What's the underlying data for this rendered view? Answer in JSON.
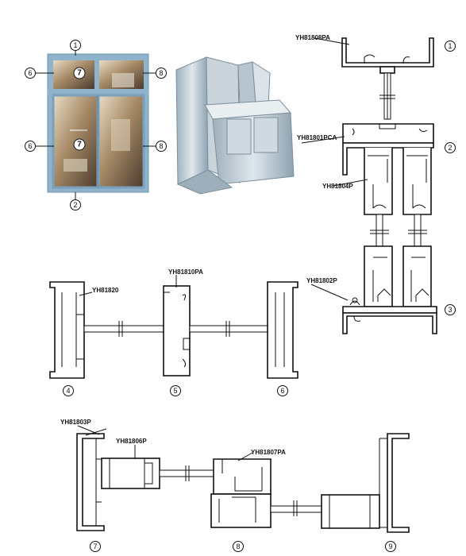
{
  "photo_callouts": [
    "1",
    "2",
    "6",
    "7",
    "8"
  ],
  "profiles": {
    "p1": "YH81808PA",
    "p2": "YH81801PCA",
    "p3": "YH81804P",
    "p4": "YH81802P",
    "p5": "YH81820",
    "p6": "YH81810PA",
    "p7": "YH81803P",
    "p8": "YH81806P",
    "p9": "YH81807PA"
  },
  "section_numbers": [
    "1",
    "2",
    "3",
    "4",
    "5",
    "6",
    "7",
    "8",
    "9"
  ],
  "colors": {
    "frame": "#8fb3cb",
    "line": "#111111",
    "interior": "#6b5a47",
    "render": "#c9d4dc"
  }
}
